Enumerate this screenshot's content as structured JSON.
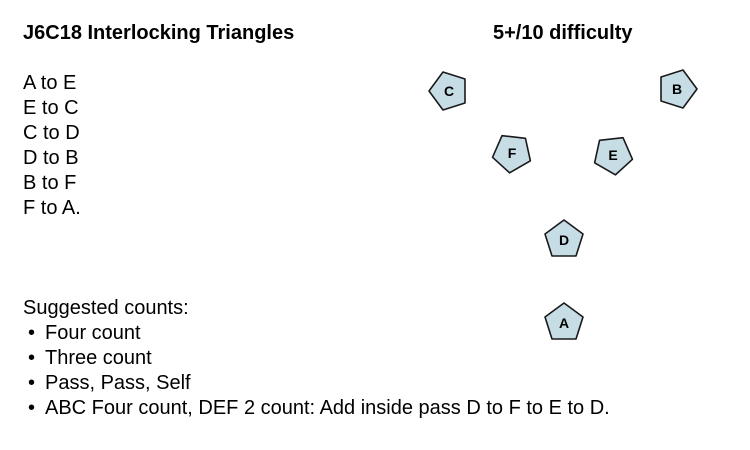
{
  "title": "J6C18 Interlocking Triangles",
  "difficulty": "5+/10 difficulty",
  "steps": [
    "A to E",
    "E to C",
    "C to D",
    "D to B",
    "B to F",
    "F to A."
  ],
  "counts": {
    "heading": "Suggested counts:",
    "items": [
      "Four count",
      "Three count",
      "Pass, Pass, Self",
      "ABC Four count, DEF 2 count:  Add inside pass D to F to E to D."
    ]
  },
  "diagram": {
    "fill_color": "#c7dde6",
    "stroke_color": "#1a1a1a",
    "jugglers": [
      "C",
      "B",
      "F",
      "E",
      "D",
      "A"
    ]
  }
}
